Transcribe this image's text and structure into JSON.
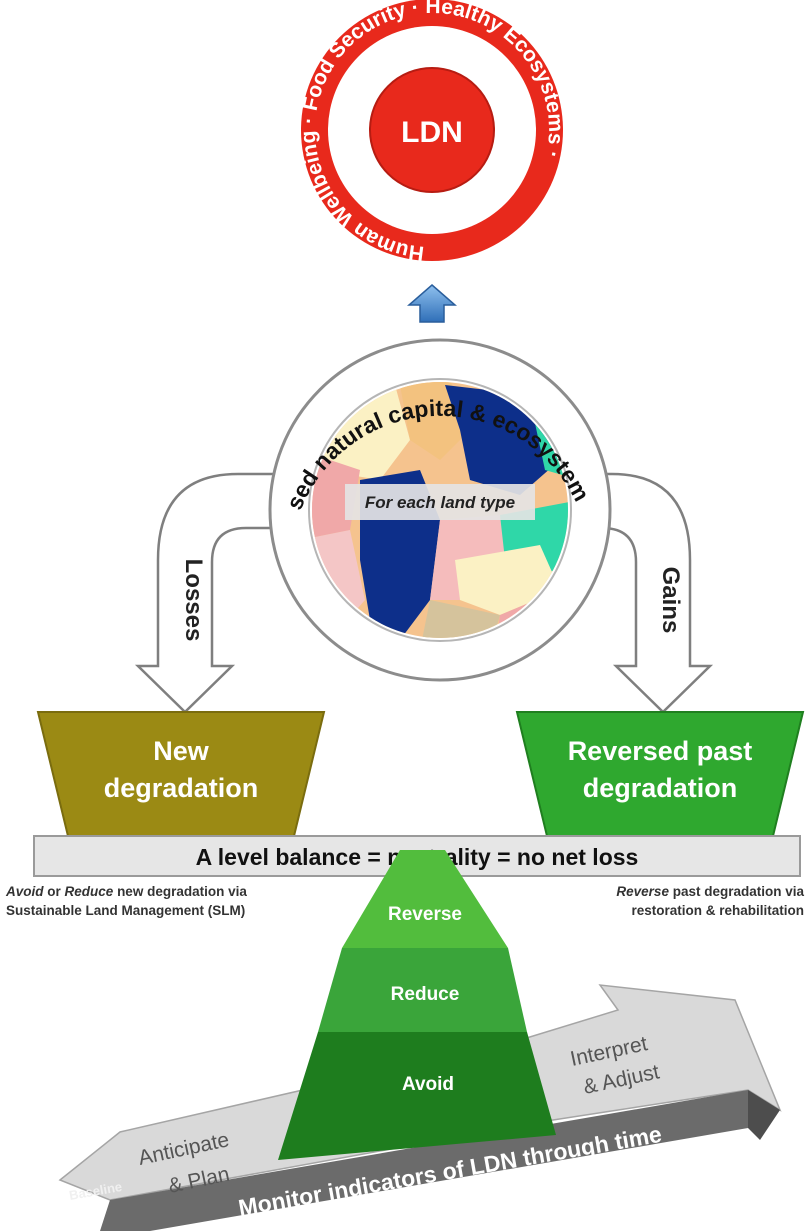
{
  "target": {
    "center_label": "LDN",
    "ring_text": "Human Wellbeing · Food Security · Healthy Ecosystems ·"
  },
  "globe": {
    "arc_text": "Land-based natural capital & ecosystem services",
    "center_label": "For each land type"
  },
  "flows": {
    "left_label": "Losses",
    "right_label": "Gains"
  },
  "boxes": {
    "left": {
      "line1": "New",
      "line2": "degradation",
      "color": "#9b8a14"
    },
    "right": {
      "line1": "Reversed past",
      "line2": "degradation",
      "color": "#2fa82f"
    }
  },
  "balance_bar": "A level balance  =  neutrality  =  no net loss",
  "notes": {
    "left_em1": "Avoid",
    "left_mid": " or ",
    "left_em2": "Reduce",
    "left_rest": " new degradation via",
    "left_line2": "Sustainable Land Management (SLM)",
    "right_em": "Reverse",
    "right_rest": " past degradation via",
    "right_line2": "restoration & rehabilitation"
  },
  "pyramid": {
    "top": "Reverse",
    "middle": "Reduce",
    "bottom": "Avoid"
  },
  "timeline": {
    "main": "Monitor indicators of LDN through time",
    "start": "Baseline",
    "plan_line1": "Anticipate",
    "plan_line2": "& Plan",
    "adjust_line1": "Interpret",
    "adjust_line2": "& Adjust"
  },
  "colors": {
    "target_red": "#e8291c",
    "arrow_blue": "#3d7fc4",
    "pyramid_dark": "#1e7d1e",
    "pyramid_mid": "#3aa53a",
    "pyramid_light": "#52bd3d",
    "timeline_dark": "#6b6b6b",
    "timeline_light": "#d9d9d9"
  }
}
